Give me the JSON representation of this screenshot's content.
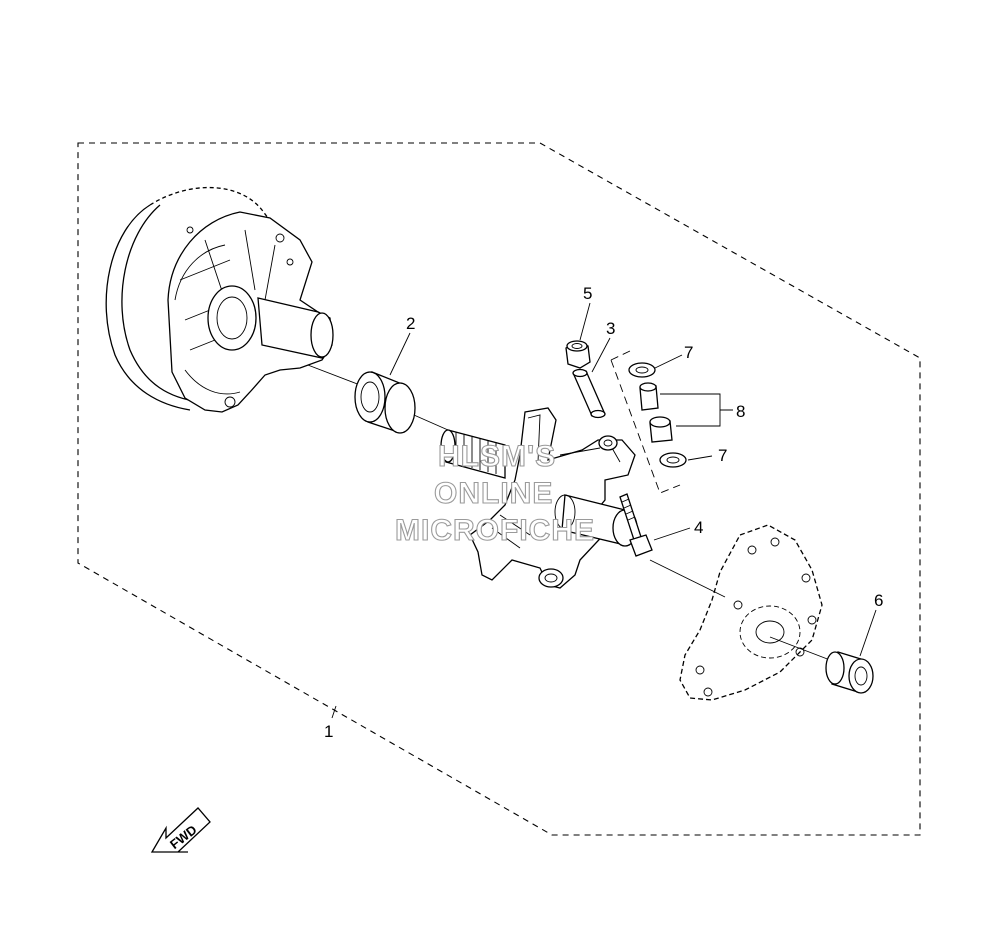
{
  "callouts": {
    "c1": "1",
    "c2": "2",
    "c3": "3",
    "c4": "4",
    "c5": "5",
    "c6": "6",
    "c7a": "7",
    "c7b": "7",
    "c8": "8"
  },
  "watermark": {
    "line1": "HLSM'S",
    "line2": "ONLINE",
    "line3": "MICROFICHE"
  },
  "fwd_label": "FWD"
}
